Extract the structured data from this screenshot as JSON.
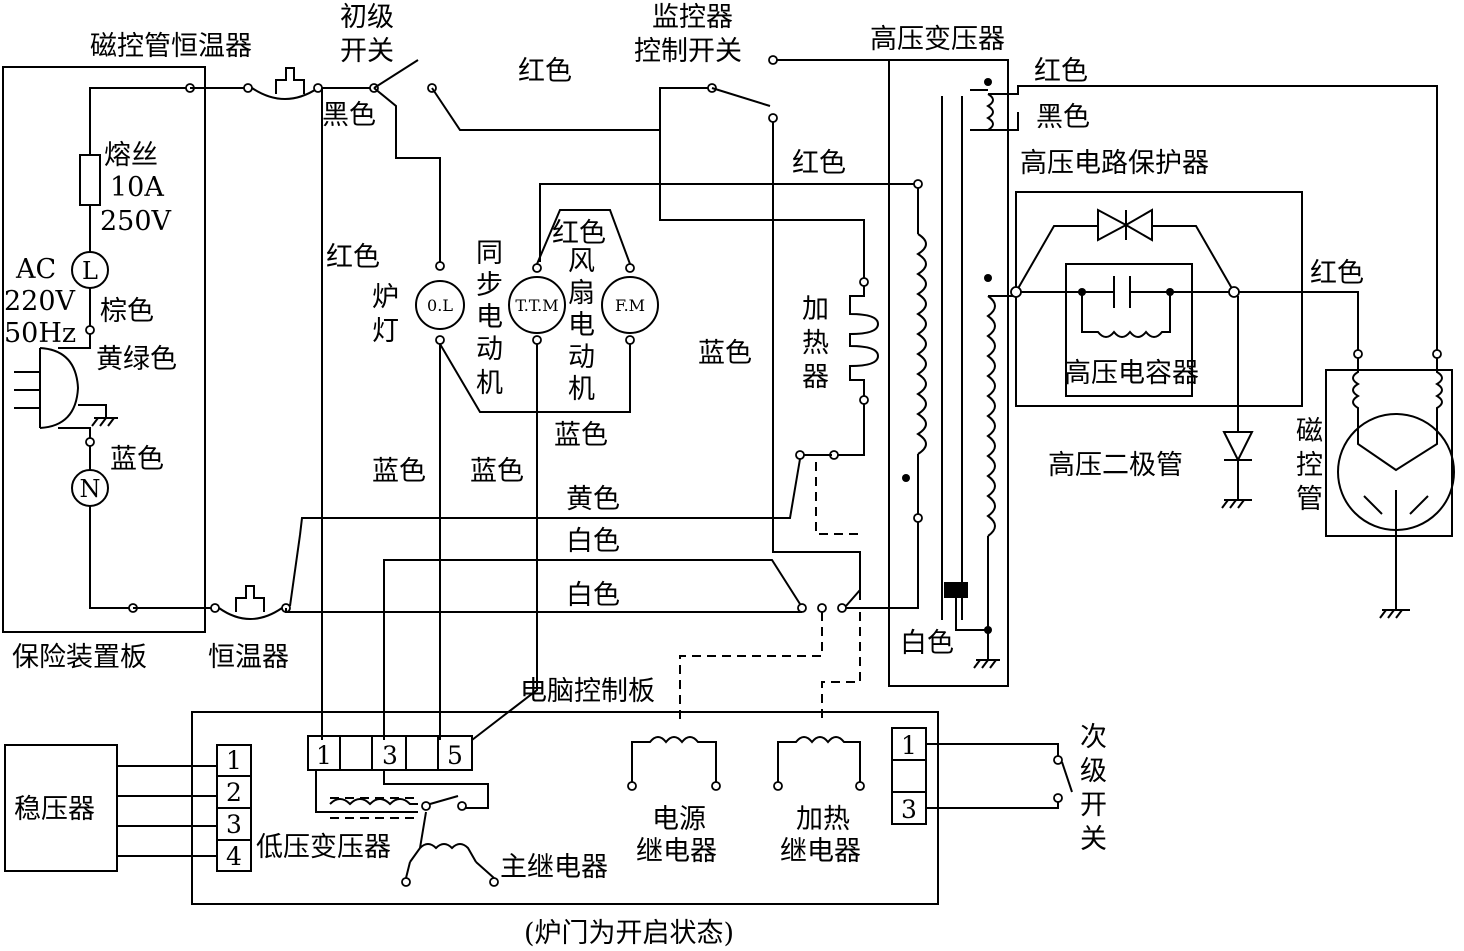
{
  "labels": {
    "magnetron_thermostat": "磁控管恒温器",
    "primary_switch_1": "初级",
    "primary_switch_2": "开关",
    "monitor_switch_1": "监控器",
    "monitor_switch_2": "控制开关",
    "hv_transformer": "高压变压器",
    "fuse_1": "熔丝",
    "fuse_2": "10A",
    "fuse_3": "250V",
    "ac_1": "AC",
    "ac_2": "220V",
    "ac_3": "50Hz",
    "terminal_l": "L",
    "terminal_n": "N",
    "brown": "棕色",
    "yellow_green": "黄绿色",
    "blue_left": "蓝色",
    "protection_board": "保险装置板",
    "thermostat": "恒温器",
    "black_top": "黑色",
    "red_top": "红色",
    "red_mid": "红色",
    "red_left": "红色",
    "red_motors": "红色",
    "lamp_1": "炉",
    "lamp_2": "灯",
    "lamp_circle": "0.L",
    "sync_motor_1": "同",
    "sync_motor_2": "步",
    "sync_motor_3": "电",
    "sync_motor_4": "动",
    "sync_motor_5": "机",
    "sync_circle": "T.T.M",
    "fan_motor_1": "风",
    "fan_motor_2": "扇",
    "fan_motor_3": "电",
    "fan_motor_4": "动",
    "fan_motor_5": "机",
    "fan_circle": "F.M",
    "blue_motors": "蓝色",
    "blue_mid": "蓝色",
    "blue_low_1": "蓝色",
    "blue_low_2": "蓝色",
    "heater_1": "加",
    "heater_2": "热",
    "heater_3": "器",
    "yellow": "黄色",
    "white_1": "白色",
    "white_2": "白色",
    "white_right": "白色",
    "red_hv_top": "红色",
    "black_hv": "黑色",
    "hv_protector": "高压电路保护器",
    "hv_capacitor": "高压电容器",
    "hv_diode": "高压二极管",
    "red_hv_right": "红色",
    "magnetron_1": "磁",
    "magnetron_2": "控",
    "magnetron_3": "管",
    "control_board": "电脑控制板",
    "stabilizer": "稳压器",
    "low_transformer": "低压变压器",
    "main_relay": "主继电器",
    "power_relay_1": "电源",
    "power_relay_2": "继电器",
    "heat_relay_1": "加热",
    "heat_relay_2": "继电器",
    "secondary_switch_1": "次",
    "secondary_switch_2": "级",
    "secondary_switch_3": "开",
    "secondary_switch_4": "关",
    "caption": "(炉门为开启状态)"
  },
  "pins": {
    "left_1": "1",
    "left_2": "2",
    "left_3": "3",
    "left_4": "4",
    "tb_1": "1",
    "tb_3": "3",
    "tb_5": "5",
    "right_1": "1",
    "right_3": "3"
  }
}
